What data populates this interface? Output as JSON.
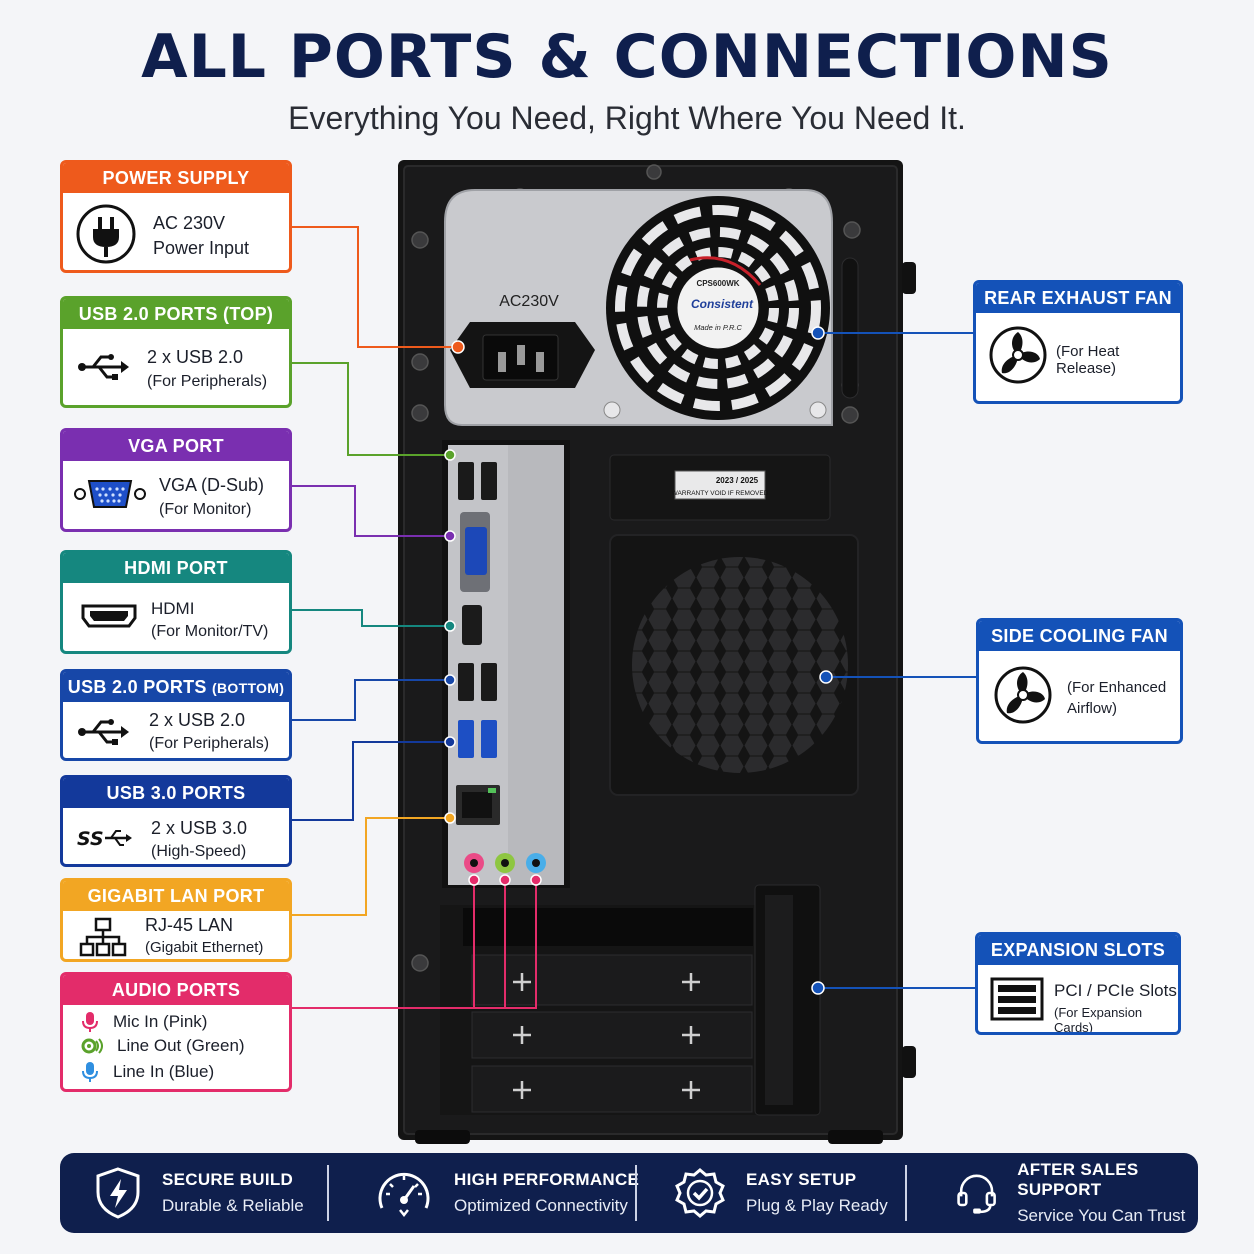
{
  "header": {
    "title": "ALL PORTS & CONNECTIONS",
    "subtitle": "Everything You Need, Right Where You Need It."
  },
  "colors": {
    "navy": "#0f1f4d",
    "power": "#ee5a1c",
    "usb_top": "#5aa22b",
    "vga": "#7a2fb0",
    "hdmi": "#15877f",
    "usb_bottom": "#1747a8",
    "usb3": "#13399b",
    "lan": "#f2a623",
    "audio": "#e32c6a",
    "right": "#1452b8"
  },
  "callouts": {
    "power": {
      "title": "POWER SUPPLY",
      "line1": "AC 230V",
      "line2": "Power Input",
      "icon": "power-plug-icon"
    },
    "usb_top": {
      "title": "USB 2.0 PORTS (TOP)",
      "line1": "2 x USB 2.0",
      "line2": "(For Peripherals)",
      "icon": "usb-icon"
    },
    "vga": {
      "title": "VGA PORT",
      "line1": "VGA (D-Sub)",
      "line2": "(For Monitor)",
      "icon": "vga-connector-icon"
    },
    "hdmi": {
      "title": "HDMI PORT",
      "line1": "HDMI",
      "line2": "(For Monitor/TV)",
      "icon": "hdmi-connector-icon"
    },
    "usb_bottom": {
      "title_main": "USB 2.0 PORTS",
      "title_small": "(BOTTOM)",
      "line1": "2 x USB 2.0",
      "line2": "(For Peripherals)",
      "icon": "usb-icon"
    },
    "usb3": {
      "title": "USB 3.0 PORTS",
      "line1": "2 x USB 3.0",
      "line2": "(High-Speed)",
      "icon": "usb3-ss-icon"
    },
    "lan": {
      "title": "GIGABIT LAN PORT",
      "line1": "RJ-45 LAN",
      "line2": "(Gigabit Ethernet)",
      "icon": "network-icon"
    },
    "audio": {
      "title": "AUDIO PORTS",
      "items": [
        {
          "label": "Mic In (Pink)",
          "icon": "microphone-icon",
          "color": "#e32c6a"
        },
        {
          "label": "Line Out (Green)",
          "icon": "speaker-out-icon",
          "color": "#5aa22b"
        },
        {
          "label": "Line In (Blue)",
          "icon": "microphone-icon",
          "color": "#2f8fe0"
        }
      ]
    },
    "rear_fan": {
      "title": "REAR EXHAUST FAN",
      "line1": "(For Heat Release)",
      "icon": "fan-icon"
    },
    "side_fan": {
      "title": "SIDE COOLING FAN",
      "line1": "(For Enhanced",
      "line2": "Airflow)",
      "icon": "fan-icon"
    },
    "expansion": {
      "title": "EXPANSION SLOTS",
      "line1": "PCI / PCIe Slots",
      "line2": "(For Expansion Cards)",
      "icon": "expansion-card-icon"
    }
  },
  "case": {
    "psu_label": "AC230V",
    "fan_brand": "Consistent",
    "fan_model": "CPS600WK",
    "fan_origin": "Made in P.R.C",
    "sticker_year": "2023 / 2025",
    "sticker_text": "WARRANTY VOID IF REMOVED"
  },
  "features": [
    {
      "title": "SECURE BUILD",
      "subtitle": "Durable & Reliable",
      "icon": "shield-bolt-icon"
    },
    {
      "title": "HIGH PERFORMANCE",
      "subtitle": "Optimized Connectivity",
      "icon": "speedometer-icon"
    },
    {
      "title": "EASY SETUP",
      "subtitle": "Plug & Play Ready",
      "icon": "check-badge-icon"
    },
    {
      "title": "AFTER SALES SUPPORT",
      "subtitle": "Service You Can Trust",
      "icon": "headset-icon"
    }
  ]
}
